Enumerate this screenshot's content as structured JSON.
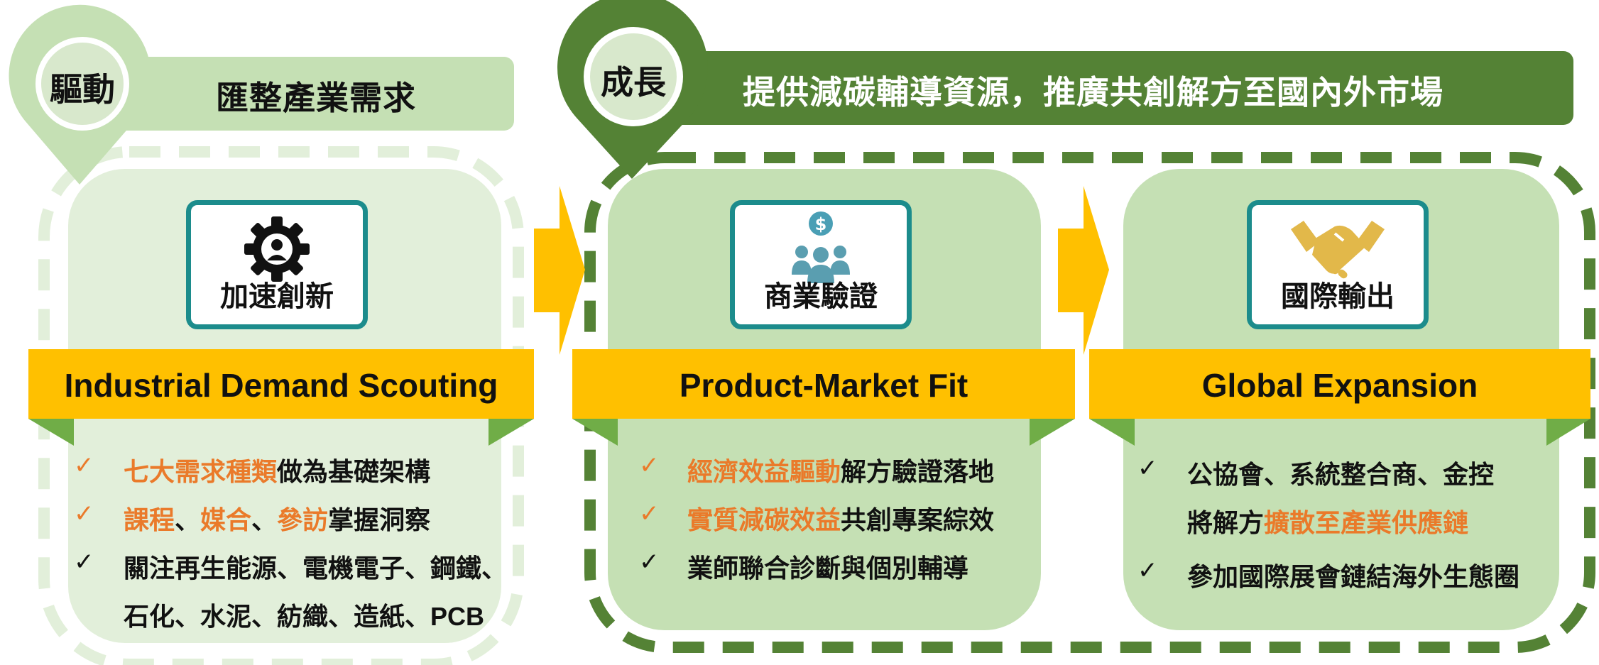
{
  "drive": {
    "pin_label": "驅動",
    "header": "匯整產業需求"
  },
  "grow": {
    "pin_label": "成長",
    "header": "提供減碳輔導資源，推廣共創解方至國內外市場"
  },
  "stages": [
    {
      "icon": "gear-person-icon",
      "title": "加速創新",
      "banner": "Industrial Demand Scouting",
      "bullets": [
        {
          "check": "orange",
          "highlight": "七大需求種類",
          "rest": "做為基礎架構"
        },
        {
          "check": "orange",
          "parts": [
            "課程",
            "、",
            "媒合",
            "、",
            "參訪",
            "掌握洞察"
          ]
        },
        {
          "check": "black",
          "line1": "關注再生能源、電機電子、鋼鐵、",
          "line2": "石化、水泥、紡織、造紙、",
          "line2_bold": "PCB"
        }
      ]
    },
    {
      "icon": "team-dollar-icon",
      "title": "商業驗證",
      "banner": "Product-Market Fit",
      "bullets": [
        {
          "check": "orange",
          "highlight": "經濟效益驅動",
          "rest": "解方驗證落地"
        },
        {
          "check": "orange",
          "highlight": "實質減碳效益",
          "rest": "共創專案綜效"
        },
        {
          "check": "black",
          "text": "業師聯合診斷與個別輔導"
        }
      ]
    },
    {
      "icon": "handshake-icon",
      "title": "國際輸出",
      "banner": "Global Expansion",
      "bullets": [
        {
          "check": "black",
          "line1": "公協會、系統整合商、金控",
          "line2_plain": "將解方",
          "line2_hl": "擴散至產業供應鏈"
        },
        {
          "check": "black",
          "text": "參加國際展會鏈結海外生態圈"
        }
      ]
    }
  ],
  "check_mark": "✓",
  "colors": {
    "light_green": "#c5e0b4",
    "pale_green": "#e2efda",
    "dark_green": "#548235",
    "amber": "#ffc000",
    "teal": "#1c8c8c",
    "orange_text": "#ea7a2a"
  }
}
